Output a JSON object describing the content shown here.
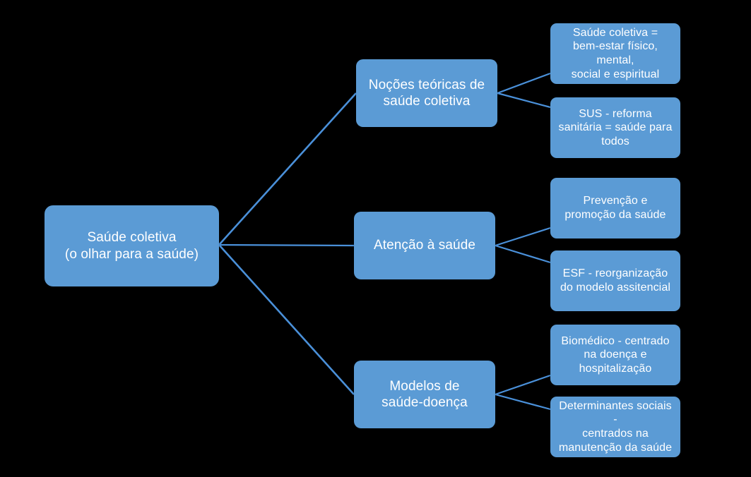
{
  "diagram": {
    "title": "Saúde coletiva - mapa conceitual",
    "background_color": "#000000",
    "node_fill_color": "#5b9bd5",
    "node_text_color": "#ffffff",
    "edge_color": "#4a90d9",
    "root": {
      "id": "root",
      "label": "Saúde coletiva\n(o olhar para a saúde)"
    },
    "branches": [
      {
        "id": "nocoes-teoricas",
        "label": "Noções teóricas de\nsaúde coletiva",
        "children": [
          {
            "id": "saude-coletiva-def",
            "label": "Saúde coletiva =\nbem-estar físico, mental,\nsocial e espiritual"
          },
          {
            "id": "sus-reforma",
            "label": "SUS - reforma\nsanitária = saúde para\ntodos"
          }
        ]
      },
      {
        "id": "atencao-saude",
        "label": "Atenção à saúde",
        "children": [
          {
            "id": "prevencao-promocao",
            "label": "Prevenção e\npromoção da saúde"
          },
          {
            "id": "esf-reorganizacao",
            "label": "ESF - reorganização\ndo modelo assitencial"
          }
        ]
      },
      {
        "id": "modelos-saude-doenca",
        "label": "Modelos de\nsaúde-doença",
        "children": [
          {
            "id": "biomedico",
            "label": "Biomédico - centrado\nna doença e\nhospitalização"
          },
          {
            "id": "determinantes-sociais",
            "label": "Determinantes sociais -\ncentrados na\nmanutenção da saúde"
          }
        ]
      }
    ]
  }
}
